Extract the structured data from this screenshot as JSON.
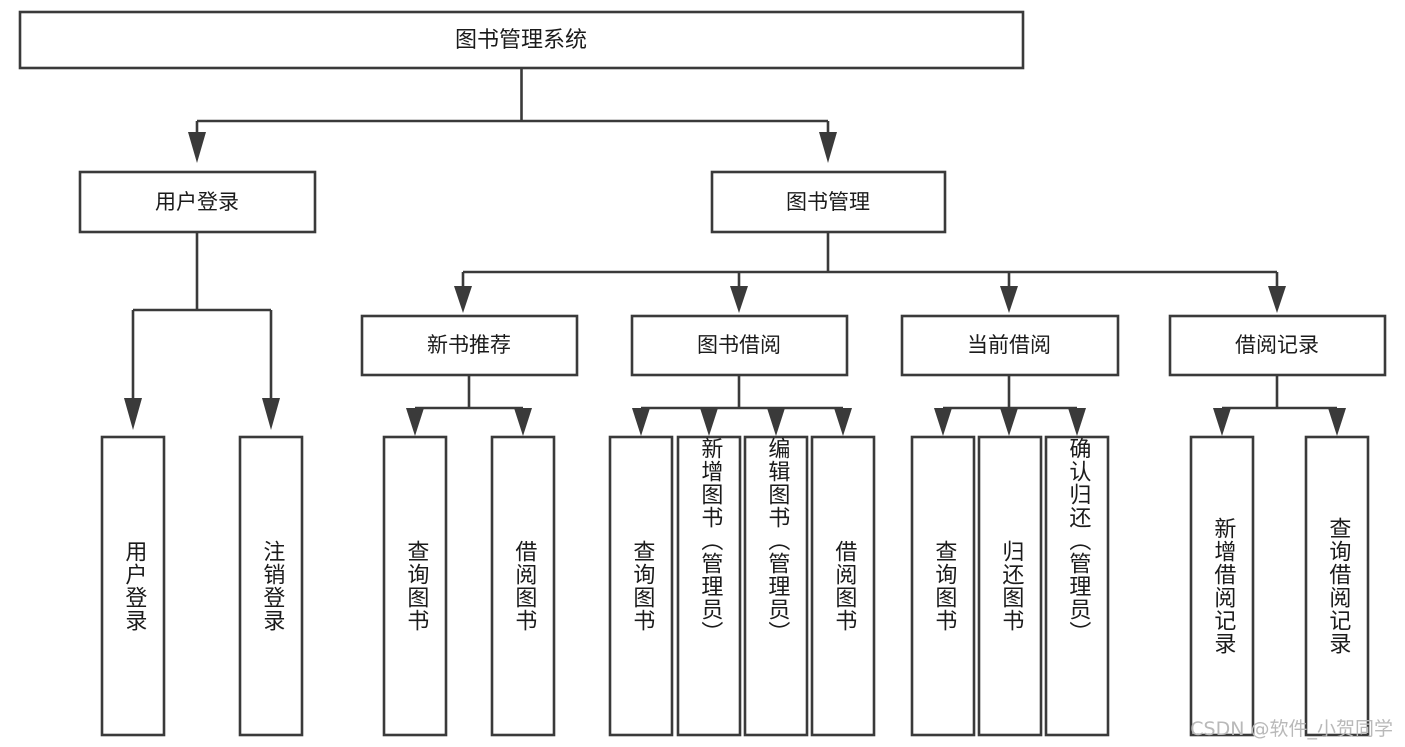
{
  "diagram": {
    "type": "tree-hierarchy-chart",
    "title": "图书管理系统",
    "colors": {
      "box_stroke": "#3a3a3a",
      "box_fill": "#ffffff",
      "connector": "#3a3a3a",
      "text": "#1b1b1b",
      "background": "#ffffff",
      "watermark": "#b9b9b9"
    },
    "root": {
      "label": "图书管理系统"
    },
    "level2": [
      {
        "label": "用户登录"
      },
      {
        "label": "图书管理"
      }
    ],
    "level3": [
      {
        "label": "新书推荐"
      },
      {
        "label": "图书借阅"
      },
      {
        "label": "当前借阅"
      },
      {
        "label": "借阅记录"
      }
    ],
    "leaves": {
      "user_login": [
        {
          "label": "用户登录"
        },
        {
          "label": "注销登录"
        }
      ],
      "new_book_recommend": [
        {
          "label": "查询图书"
        },
        {
          "label": "借阅图书"
        }
      ],
      "book_borrow": [
        {
          "label": "查询图书"
        },
        {
          "label": "新增图书（管理员）"
        },
        {
          "label": "编辑图书（管理员）"
        },
        {
          "label": "借阅图书"
        }
      ],
      "current_borrow": [
        {
          "label": "查询图书"
        },
        {
          "label": "归还图书"
        },
        {
          "label": "确认归还（管理员）"
        }
      ],
      "borrow_record": [
        {
          "label": "新增借阅记录"
        },
        {
          "label": "查询借阅记录"
        }
      ]
    },
    "watermark": "CSDN @软件_小贺同学"
  }
}
